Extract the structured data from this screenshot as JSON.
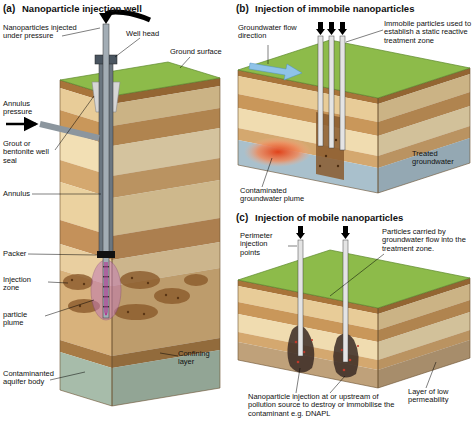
{
  "diagram": {
    "labels": [
      "(a)",
      "Nanoparticle injection well",
      "Nanoparticles injected under pressure",
      "Well head",
      "Annulus pressure",
      "Ground surface",
      "Grout or bentonite well seal",
      "Annulus",
      "Packer",
      "Injection zone",
      "particle plume",
      "Contaminanted aquifer body",
      "Confining layer",
      "(b)",
      "Injection of immobile nanoparticles",
      "Groundwater flow direction",
      "Immobile particles used to establish a static reactive treatment zone",
      "Contaminated groundwater plume",
      "Treated groundwater",
      "(c)",
      "Injection of mobile nanoparticles",
      "Perimeter injection points",
      "Particles carried by groundwater flow into the treatment zone.",
      "Nanoparticle injection at or upstream of pollution source to destroy or immobilise the contaminant e.g. DNAPL",
      "Layer of low permeability"
    ]
  }
}
